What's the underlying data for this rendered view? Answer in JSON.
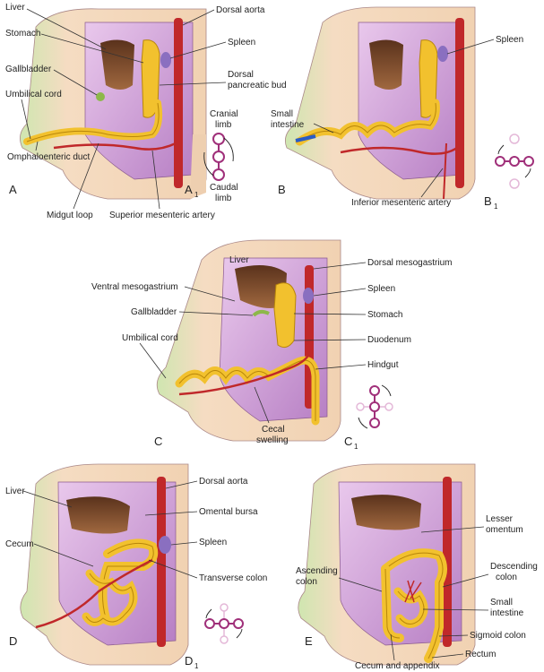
{
  "panels": {
    "A": {
      "letter": "A",
      "rot_letter": "A",
      "rot_sub": "1",
      "labels": {
        "liver": "Liver",
        "stomach": "Stomach",
        "gallbladder": "Gallbladder",
        "umbilical_cord": "Umbilical cord",
        "omphaloenteric_duct": "Omphaloenteric duct",
        "midgut_loop": "Midgut loop",
        "superior_mesenteric_artery": "Superior mesenteric artery",
        "dorsal_aorta": "Dorsal aorta",
        "spleen": "Spleen",
        "dorsal_pancreatic_bud_1": "Dorsal",
        "dorsal_pancreatic_bud_2": "pancreatic bud",
        "cranial_limb_1": "Cranial",
        "cranial_limb_2": "limb",
        "caudal_limb_1": "Caudal",
        "caudal_limb_2": "limb"
      }
    },
    "B": {
      "letter": "B",
      "rot_letter": "B",
      "rot_sub": "1",
      "labels": {
        "spleen": "Spleen",
        "small_intestine_1": "Small",
        "small_intestine_2": "intestine",
        "inferior_mesenteric_artery": "Inferior mesenteric artery"
      }
    },
    "C": {
      "letter": "C",
      "rot_letter": "C",
      "rot_sub": "1",
      "labels": {
        "liver": "Liver",
        "ventral_mesogastrium": "Ventral mesogastrium",
        "gallbladder": "Gallbladder",
        "umbilical_cord": "Umbilical cord",
        "dorsal_mesogastrium": "Dorsal mesogastrium",
        "spleen": "Spleen",
        "stomach": "Stomach",
        "duodenum": "Duodenum",
        "hindgut": "Hindgut",
        "cecal_swelling_1": "Cecal",
        "cecal_swelling_2": "swelling"
      }
    },
    "D": {
      "letter": "D",
      "rot_letter": "D",
      "rot_sub": "1",
      "labels": {
        "liver": "Liver",
        "cecum": "Cecum",
        "dorsal_aorta": "Dorsal aorta",
        "omental_bursa": "Omental bursa",
        "spleen": "Spleen",
        "transverse_colon": "Transverse colon"
      }
    },
    "E": {
      "letter": "E",
      "labels": {
        "lesser_omentum_1": "Lesser",
        "lesser_omentum_2": "omentum",
        "ascending_colon_1": "Ascending",
        "ascending_colon_2": "colon",
        "descending_colon_1": "Descending",
        "descending_colon_2": "colon",
        "small_intestine_1": "Small",
        "small_intestine_2": "intestine",
        "sigmoid_colon": "Sigmoid colon",
        "rectum": "Rectum",
        "cecum_and_appendix": "Cecum and appendix"
      }
    }
  },
  "colors": {
    "body_wall": "#f3d9bf",
    "body_wall_edge": "#c8e0a8",
    "cavity": "#cf9ad6",
    "cavity_light": "#e7c6ea",
    "gut": "#f2c12e",
    "gut_edge": "#b8860b",
    "liver": "#7a4a2e",
    "artery": "#c0282a",
    "spleen": "#8a6fc0",
    "gallbladder": "#8db84a",
    "rotation_ring": "#a0307a"
  }
}
